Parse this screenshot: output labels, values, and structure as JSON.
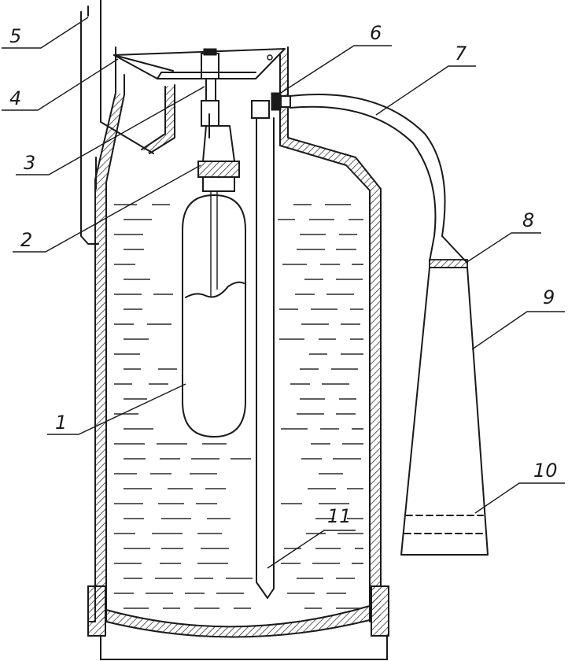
{
  "diagram": {
    "callouts": [
      {
        "id": "c1",
        "label": "1"
      },
      {
        "id": "c2",
        "label": "2"
      },
      {
        "id": "c3",
        "label": "3"
      },
      {
        "id": "c4",
        "label": "4"
      },
      {
        "id": "c5",
        "label": "5"
      },
      {
        "id": "c6",
        "label": "6"
      },
      {
        "id": "c7",
        "label": "7"
      },
      {
        "id": "c8",
        "label": "8"
      },
      {
        "id": "c9",
        "label": "9"
      },
      {
        "id": "c10",
        "label": "10"
      },
      {
        "id": "c11",
        "label": "11"
      }
    ],
    "colors": {
      "ink": "#1a1a1a",
      "paper": "#ffffff"
    }
  }
}
